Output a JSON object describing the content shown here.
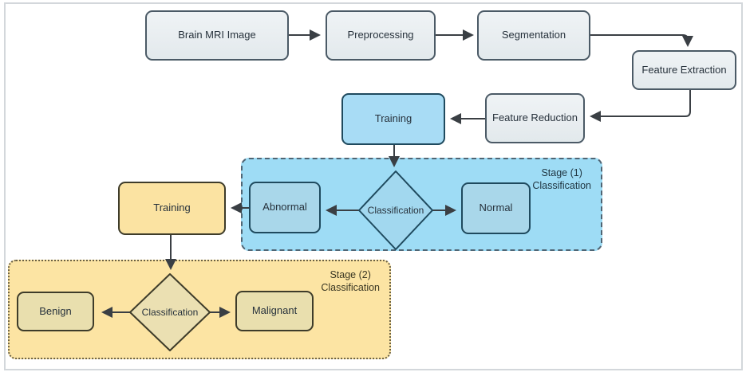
{
  "diagram": {
    "nodes": {
      "brain_mri": {
        "label": "Brain MRI Image"
      },
      "preprocessing": {
        "label": "Preprocessing"
      },
      "segmentation": {
        "label": "Segmentation"
      },
      "feature_extraction": {
        "label": "Feature Extraction"
      },
      "feature_reduction": {
        "label": "Feature Reduction"
      },
      "training_stage1": {
        "label": "Training"
      },
      "classification_stage1": {
        "label": "Classification"
      },
      "abnormal": {
        "label": "Abnormal"
      },
      "normal": {
        "label": "Normal"
      },
      "training_stage2": {
        "label": "Training"
      },
      "classification_stage2": {
        "label": "Classification"
      },
      "benign": {
        "label": "Benign"
      },
      "malignant": {
        "label": "Malignant"
      }
    },
    "stages": {
      "stage1": {
        "line1": "Stage (1)",
        "line2": "Classification"
      },
      "stage2": {
        "line1": "Stage (2)",
        "line2": "Classification"
      }
    },
    "colors": {
      "process_fill": "#e8edf0",
      "process_border": "#4b5a66",
      "stage1_fill": "#9edcf5",
      "stage1_node_fill": "#a9d7ea",
      "stage1_diamond_fill": "#a2d8ef",
      "stage1_border": "#1f4a5e",
      "stage1_dash": "#4f6574",
      "stage1_text": "#203642",
      "training1_fill": "#a8dcf5",
      "stage2_fill": "#fce4a3",
      "stage2_node_fill": "#e9dfae",
      "stage2_diamond_fill": "#ebe0b2",
      "stage2_border": "#3e3c2a",
      "stage2_dash": "#6b6144",
      "stage2_text": "#3a3723",
      "training2_fill": "#fbe3a2",
      "arrow": "#3a3f44",
      "text": "#27323c",
      "frame_border": "#d3d7db"
    }
  }
}
